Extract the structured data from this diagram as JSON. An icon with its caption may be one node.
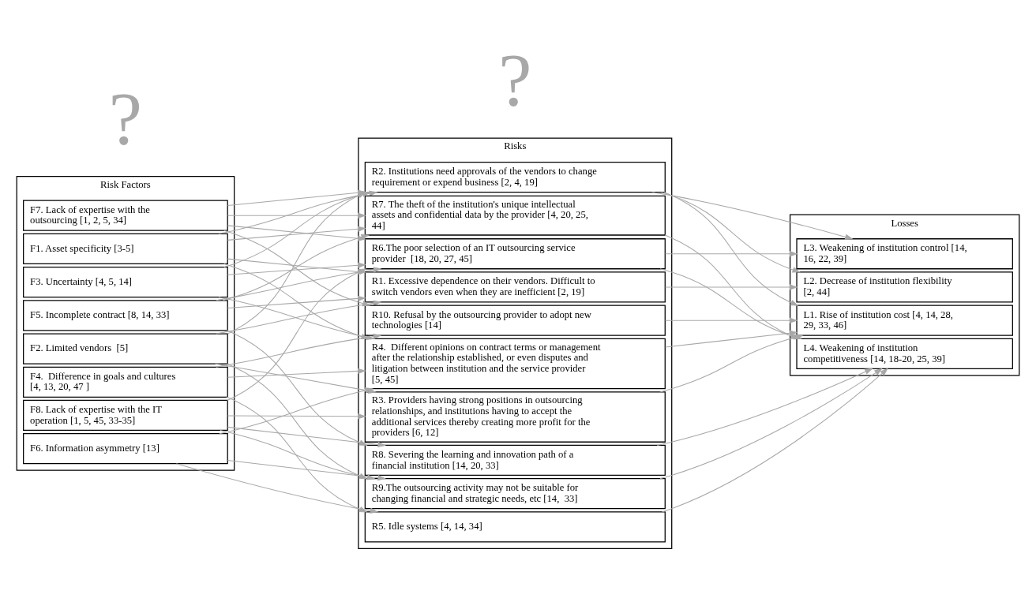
{
  "diagram": {
    "nodes": [
      {
        "text": [
          "Risk Factors"
        ]
      },
      {
        "text": [
          "F1. Asset specificity [3-5]"
        ],
        "in": 0
      },
      {
        "text": [
          "F2. Limited vendors  [5]"
        ],
        "in": 0
      },
      {
        "text": [
          "F3. Uncertainty [4, 5, 14]"
        ],
        "in": 0
      },
      {
        "text": [
          "F4.  Difference in goals and cultures [4, 13, 20, 47 ]"
        ],
        "in": 0
      },
      {
        "text": [
          "F5. Incomplete contract [8, 14, 33]"
        ],
        "in": 0
      },
      {
        "text": [
          "F6. Information asymmetry [13]"
        ],
        "in": 0
      },
      {
        "text": [
          "F7. Lack of expertise with the outsourcing [1, 2, 5, 34]"
        ],
        "in": 0
      },
      {
        "text": [
          "F8. Lack of expertise with the IT operation [1, 5, 45, 33-35]"
        ],
        "in": 0
      },
      {
        "text": [
          "Risks"
        ]
      },
      {
        "text": [
          "R1. Excessive dependence on their vendors. Difficult to switch vendors even when they are inefficient [2, 19]"
        ],
        "in": 9
      },
      {
        "text": [
          "R2. Institutions need approvals of the vendors to change requirement or expend business [2, 4, 19]"
        ],
        "in": 9
      },
      {
        "text": [
          "R3. Providers having strong positions in outsourcing relationships, and institutions having to accept the additional services thereby creating more profit for the providers [6, 12]"
        ],
        "in": 9
      },
      {
        "text": [
          "R4.  Different opinions on contract terms or management after the relationship established, or even disputes and litigation between institution and the service provider [5, 45]"
        ],
        "in": 9
      },
      {
        "text": [
          "R5. Idle systems [4, 14, 34]"
        ],
        "in": 9
      },
      {
        "text": [
          "R6.The poor selection of an IT outsourcing service provider  [18, 20, 27, 45]"
        ],
        "in": 9
      },
      {
        "text": [
          "R7. The theft of the institution's unique intellectual assets and confidential data by the provider [4, 20, 25, 44]"
        ],
        "in": 9
      },
      {
        "text": [
          "R8. Severing the learning and innovation path of a financial institution [14, 20, 33]"
        ],
        "in": 9
      },
      {
        "text": [
          "R9.The outsourcing activity may not be suitable for changing financial and strategic needs, etc [14,  33]"
        ],
        "in": 9
      },
      {
        "text": [
          "R10. Refusal by the outsourcing provider to adopt new technologies [14]"
        ],
        "in": 9
      },
      {
        "text": [
          "Losses"
        ]
      },
      {
        "text": [
          "L1. Rise of institution cost [4, 14, 28, 29, 33, 46]"
        ],
        "in": 20
      },
      {
        "text": [
          "L2. Decrease of institution flexibility [2, 44]"
        ],
        "in": 20
      },
      {
        "text": [
          "L3. Weakening of institution control [14, 16, 22, 39]"
        ],
        "in": 20
      },
      {
        "text": [
          "L4. Weakening of institution competitiveness [14, 18-20, 25, 39]"
        ],
        "in": 20
      }
    ],
    "edges": [
      {
        "from": 1,
        "to": 10,
        "arrow": "to"
      },
      {
        "from": 1,
        "to": 11,
        "arrow": "to"
      },
      {
        "from": 1,
        "to": 13,
        "arrow": "to"
      },
      {
        "from": 1,
        "to": 16,
        "arrow": "to"
      },
      {
        "from": 2,
        "to": 10,
        "arrow": "to"
      },
      {
        "from": 2,
        "to": 11,
        "arrow": "to"
      },
      {
        "from": 2,
        "to": 12,
        "arrow": "to"
      },
      {
        "from": 2,
        "to": 18,
        "arrow": "to"
      },
      {
        "from": 3,
        "to": 11,
        "arrow": "to"
      },
      {
        "from": 3,
        "to": 13,
        "arrow": "to"
      },
      {
        "from": 3,
        "to": 15,
        "arrow": "to"
      },
      {
        "from": 4,
        "to": 13,
        "arrow": "to"
      },
      {
        "from": 4,
        "to": 14,
        "arrow": "to"
      },
      {
        "from": 4,
        "to": 19,
        "arrow": "to"
      },
      {
        "from": 5,
        "to": 10,
        "arrow": "to"
      },
      {
        "from": 5,
        "to": 15,
        "arrow": "to"
      },
      {
        "from": 5,
        "to": 16,
        "arrow": "to"
      },
      {
        "from": 5,
        "to": 17,
        "arrow": "to"
      },
      {
        "from": 6,
        "to": 13,
        "arrow": "to"
      },
      {
        "from": 6,
        "to": 14,
        "arrow": "to"
      },
      {
        "from": 6,
        "to": 18,
        "arrow": "to"
      },
      {
        "from": 7,
        "to": 11,
        "arrow": "to"
      },
      {
        "from": 7,
        "to": 15,
        "arrow": "to"
      },
      {
        "from": 7,
        "to": 16,
        "arrow": "to"
      },
      {
        "from": 7,
        "to": 19,
        "arrow": "to"
      },
      {
        "from": 8,
        "to": 12,
        "arrow": "to"
      },
      {
        "from": 8,
        "to": 15,
        "arrow": "to"
      },
      {
        "from": 8,
        "to": 17,
        "arrow": "to"
      },
      {
        "from": 8,
        "to": 18,
        "arrow": "to"
      },
      {
        "from": 10,
        "to": 22,
        "arrow": "to"
      },
      {
        "from": 11,
        "to": 21,
        "arrow": "to"
      },
      {
        "from": 11,
        "to": 22,
        "arrow": "to"
      },
      {
        "from": 11,
        "to": 23,
        "arrow": "to"
      },
      {
        "from": 12,
        "to": 21,
        "arrow": "to"
      },
      {
        "from": 13,
        "to": 21,
        "arrow": "to"
      },
      {
        "from": 14,
        "to": 24,
        "arrow": "to"
      },
      {
        "from": 15,
        "to": 23,
        "arrow": "to"
      },
      {
        "from": 15,
        "to": 24,
        "arrow": "to"
      },
      {
        "from": 16,
        "to": 24,
        "arrow": "to"
      },
      {
        "from": 17,
        "to": 24,
        "arrow": "to"
      },
      {
        "from": 18,
        "to": 24,
        "arrow": "to"
      },
      {
        "from": 19,
        "to": 21,
        "arrow": "to"
      }
    ],
    "labels": [
      "?",
      "?"
    ]
  }
}
